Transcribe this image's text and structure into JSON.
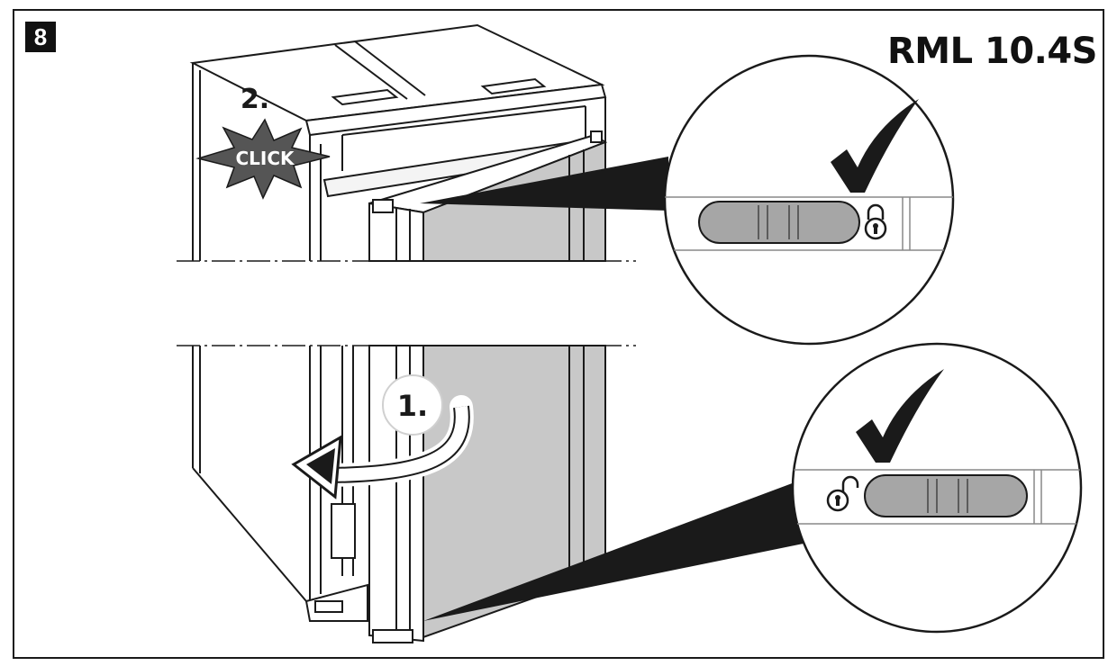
{
  "step": {
    "number": "8"
  },
  "model": {
    "name": "RML 10.4S"
  },
  "actions": {
    "step1_label": "1.",
    "step2_label": "2.",
    "click_label": "CLICK"
  },
  "colors": {
    "ink": "#1a1a1a",
    "door_panel": "#c8c8c8",
    "slider_fill": "#a6a6a6",
    "badge": "#111111"
  },
  "icons": {
    "top_detail": [
      "check-icon",
      "lock-closed-icon"
    ],
    "bottom_detail": [
      "check-icon",
      "lock-open-icon"
    ],
    "rotation": "curved-arrow-icon"
  }
}
